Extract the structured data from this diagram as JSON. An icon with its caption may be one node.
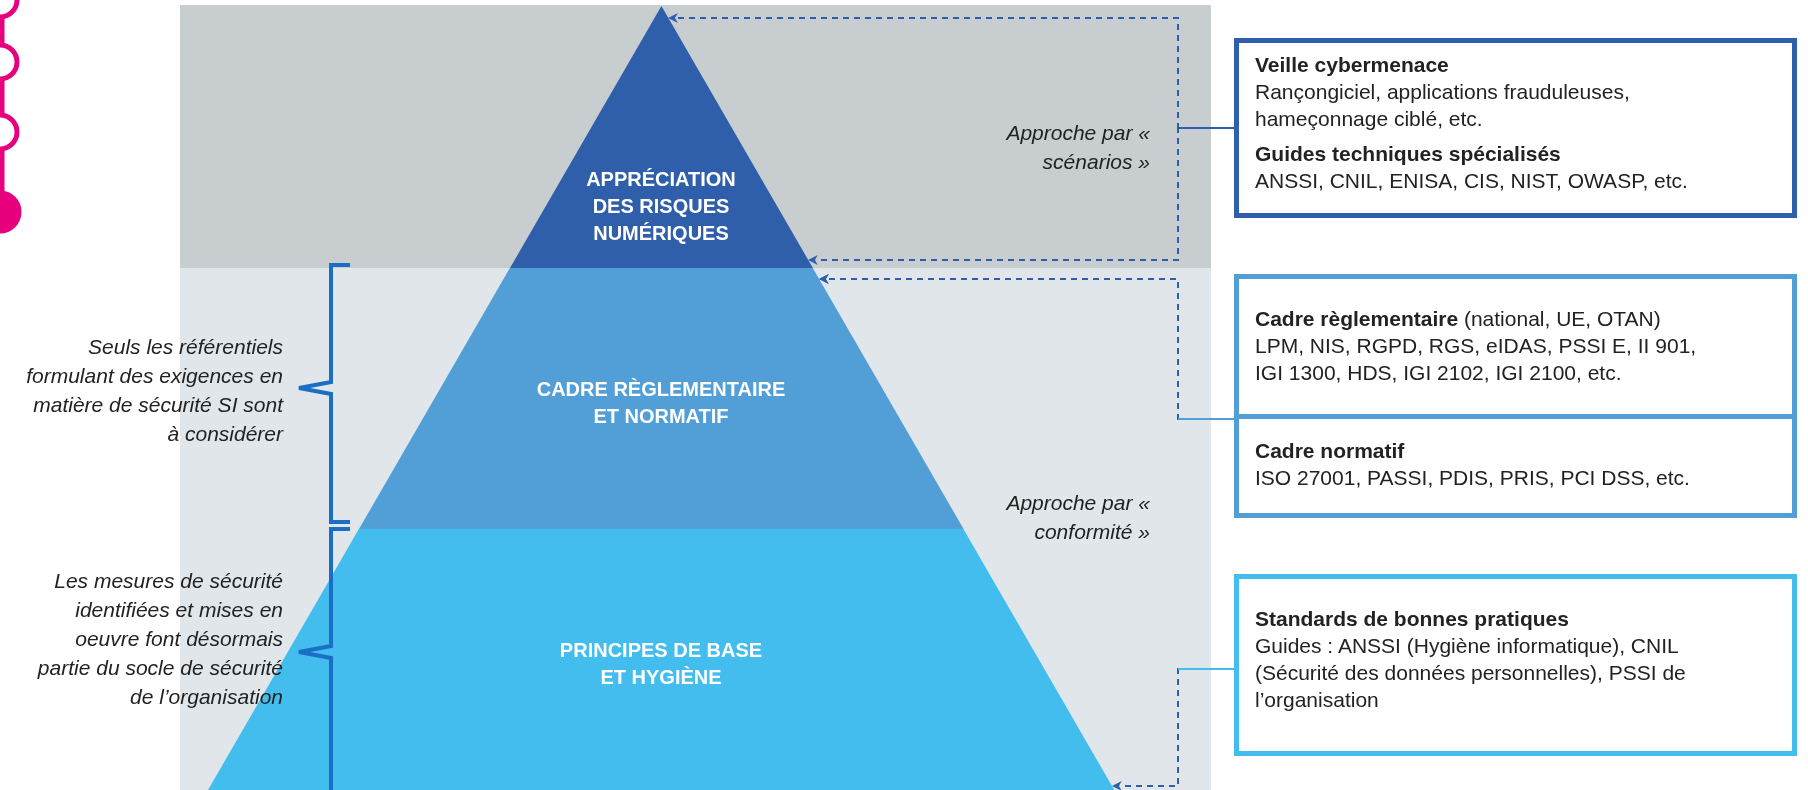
{
  "diagram": {
    "nodes": [
      {
        "text": [
          "APPRÉCIATION DES RISQUES NUMÉRIQUES"
        ]
      },
      {
        "text": [
          "CADRE RÈGLEMENTAIRE ET NORMATIF"
        ]
      },
      {
        "text": [
          "PRINCIPES DE BASE ET HYGIÈNE"
        ]
      },
      {
        "text": [
          "Veille cybermenace",
          "Rançongiciel, applications frauduleuses, hameçonnage ciblé, etc.",
          "Guides techniques spécialisés",
          "ANSSI, CNIL, ENISA, CIS, NIST, OWASP, etc."
        ]
      },
      {
        "text": [
          "**Cadre règlementaire** (national, UE, OTAN)",
          "LPM, NIS, RGPD, RGS, eIDAS, PSSI E, II 901, IGI 1300, HDS, IGI 2102, IGI 2100, etc."
        ]
      },
      {
        "text": [
          "Cadre normatif",
          "ISO 27001, PASSI, PDIS, PRIS, PCI DSS, etc."
        ]
      },
      {
        "text": [
          "Standards de bonnes pratiques",
          "Guides : ANSSI (Hygiène informatique), CNIL (Sécurité des données personnelles), PSSI de l’organisation"
        ]
      }
    ],
    "edges": [
      {
        "from": 3,
        "to": 0,
        "arrow": "to",
        "style": "dashed"
      },
      {
        "from": 3,
        "to": 0,
        "arrow": "to",
        "style": "dashed"
      },
      {
        "from": 4,
        "to": 1,
        "arrow": "to",
        "style": "dashed"
      },
      {
        "from": 5,
        "to": 1,
        "arrow": "to",
        "style": "dashed"
      },
      {
        "from": 6,
        "to": 2,
        "arrow": "to",
        "style": "dashed"
      }
    ],
    "labels": [
      "Approche par « scénarios »",
      "Seuls les référentiels formulant des exigences en matière de sécurité SI sont à considérer",
      "Approche par « conformité »",
      "Les mesures de sécurité identifiées et mises en oeuvre font désormais partie du socle de sécurité de l’organisation"
    ]
  }
}
